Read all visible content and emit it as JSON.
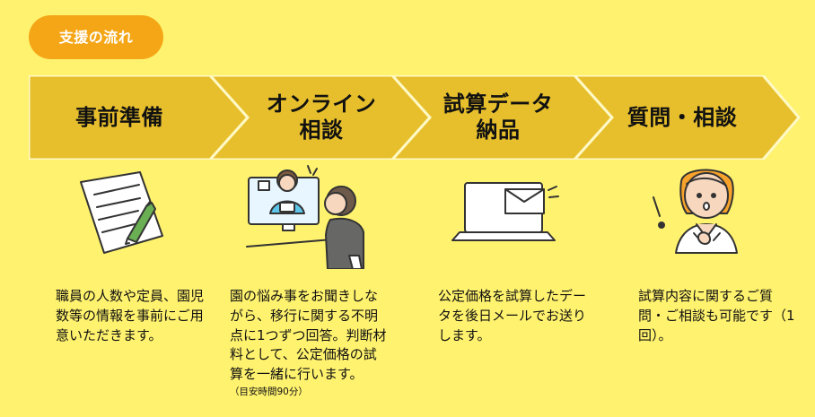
{
  "badge": {
    "label": "支援の流れ"
  },
  "colors": {
    "background": "#FFF26E",
    "badge": "#F4A616",
    "arrow": "#E7BF2C",
    "arrow_border": "#FFF9C6",
    "text": "#111111"
  },
  "steps": [
    {
      "title": "事前準備",
      "description": "職員の人数や定員、園児数等の情報を事前にご用意いただきます。",
      "icon": "document-pencil-icon"
    },
    {
      "title": "オンライン\n相談",
      "description": "園の悩み事をお聞きしながら、移行に関する不明点に1つずつ回答。判断材料として、公定価格の試算を一緒に行います。",
      "note": "（目安時間90分）",
      "icon": "online-consultation-icon"
    },
    {
      "title": "試算データ\n納品",
      "description": "公定価格を試算したデータを後日メールでお送りします。",
      "icon": "laptop-mail-icon"
    },
    {
      "title": "質問・相談",
      "description": "試算内容に関するご質問・ご相談も可能です（1回）。",
      "icon": "consultant-icon"
    }
  ]
}
